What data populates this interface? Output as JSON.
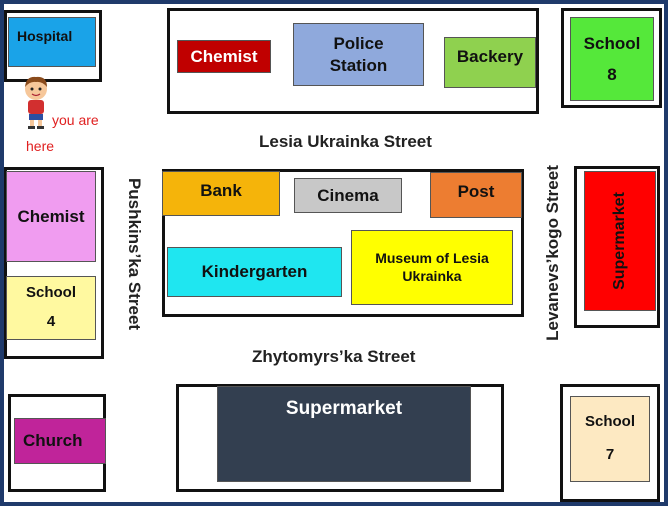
{
  "streets": {
    "top": "Lesia Ukrainka Street",
    "middle": "Zhytomyrs’ka Street",
    "left": "Pushkins’ka Street",
    "right": "Levanevs’kogo Street"
  },
  "buildings": {
    "hospital": "Hospital",
    "chemist_top": "Chemist",
    "police": "Police Station",
    "bakery": "Backery",
    "school8": {
      "name": "School",
      "num": "8"
    },
    "chemist_left": "Chemist",
    "school4": {
      "name": "School",
      "num": "4"
    },
    "bank": "Bank",
    "cinema": "Cinema",
    "post": "Post",
    "kindergarten": "Kindergarten",
    "museum": "Museum of Lesia Ukrainka",
    "supermarket_right": "Supermarket",
    "church": "Church",
    "supermarket_bottom": "Supermarket",
    "school7": {
      "name": "School",
      "num": "7"
    }
  },
  "marker": {
    "line1": "you are",
    "line2": "here",
    "icon": "boy-icon"
  },
  "colors": {
    "frame": "#1f3a6b",
    "hospital": "#1aa3e8",
    "chemist_top": "#c00000",
    "police": "#8fa9dc",
    "bakery": "#8fd14f",
    "school8": "#55e83a",
    "chemist_left": "#f09cf0",
    "school4": "#fff9a0",
    "bank": "#f5b40a",
    "cinema": "#c8c8c8",
    "post": "#ed7d31",
    "kindergarten": "#1fe6f0",
    "museum": "#ffff00",
    "supermarket_right": "#ff0000",
    "church": "#c0249a",
    "supermarket_bottom": "#333f50",
    "school7": "#fde9c2"
  }
}
